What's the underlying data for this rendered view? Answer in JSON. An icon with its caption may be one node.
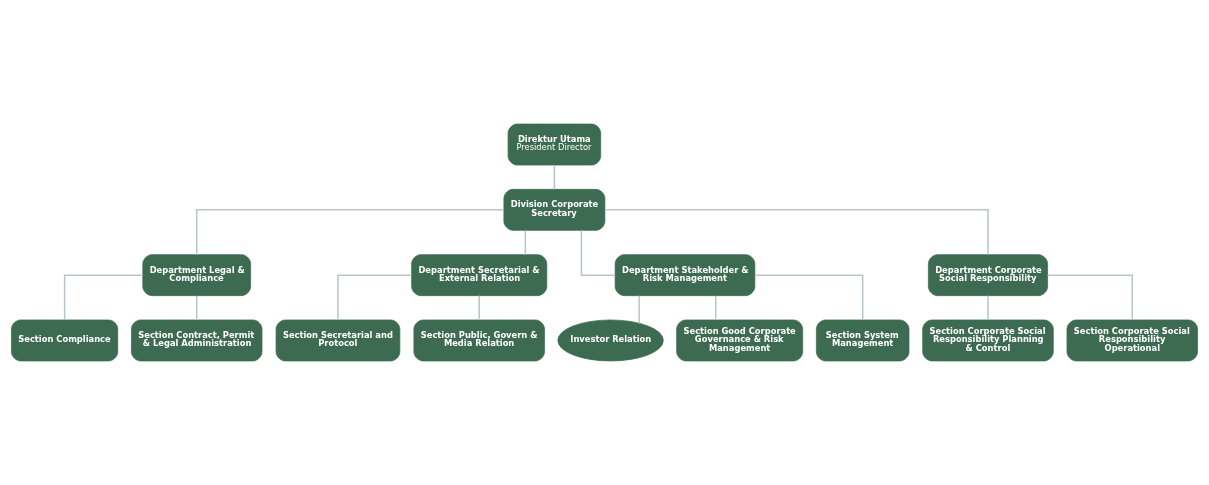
{
  "diagram": {
    "nodes": [
      {
        "text": [
          "Direktur Utama",
          "President Director"
        ]
      },
      {
        "text": [
          "Division Corporate Secretary"
        ]
      },
      {
        "text": [
          "Department Legal & Compliance"
        ]
      },
      {
        "text": [
          "Department Secretarial & External Relation"
        ]
      },
      {
        "text": [
          "Department Stakeholder & Risk Management"
        ]
      },
      {
        "text": [
          "Department Corporate Social Responsibility"
        ]
      },
      {
        "text": [
          "Section Compliance"
        ]
      },
      {
        "text": [
          "Section Contract, Permit & Legal Administration"
        ]
      },
      {
        "text": [
          "Section Secretarial and Protocol"
        ]
      },
      {
        "text": [
          "Section Public, Govern & Media Relation"
        ]
      },
      {
        "text": [
          "Investor Relation"
        ]
      },
      {
        "text": [
          "Section Good Corporate Governance & Risk Management"
        ]
      },
      {
        "text": [
          "Section System Management"
        ]
      },
      {
        "text": [
          "Section Corporate Social Responsibility Planning & Control"
        ]
      },
      {
        "text": [
          "Section Corporate Social Responsibility Operational"
        ]
      }
    ],
    "edges": [
      {
        "from": 0,
        "to": 1,
        "arrow": "none"
      },
      {
        "from": 1,
        "to": 2,
        "arrow": "none"
      },
      {
        "from": 1,
        "to": 3,
        "arrow": "none"
      },
      {
        "from": 1,
        "to": 4,
        "arrow": "none"
      },
      {
        "from": 1,
        "to": 5,
        "arrow": "none"
      },
      {
        "from": 2,
        "to": 6,
        "arrow": "none"
      },
      {
        "from": 2,
        "to": 7,
        "arrow": "none"
      },
      {
        "from": 3,
        "to": 8,
        "arrow": "none"
      },
      {
        "from": 3,
        "to": 9,
        "arrow": "none"
      },
      {
        "from": 4,
        "to": 10,
        "arrow": "none"
      },
      {
        "from": 4,
        "to": 11,
        "arrow": "none"
      },
      {
        "from": 4,
        "to": 12,
        "arrow": "none"
      },
      {
        "from": 5,
        "to": 13,
        "arrow": "none"
      },
      {
        "from": 5,
        "to": 14,
        "arrow": "none"
      }
    ]
  }
}
